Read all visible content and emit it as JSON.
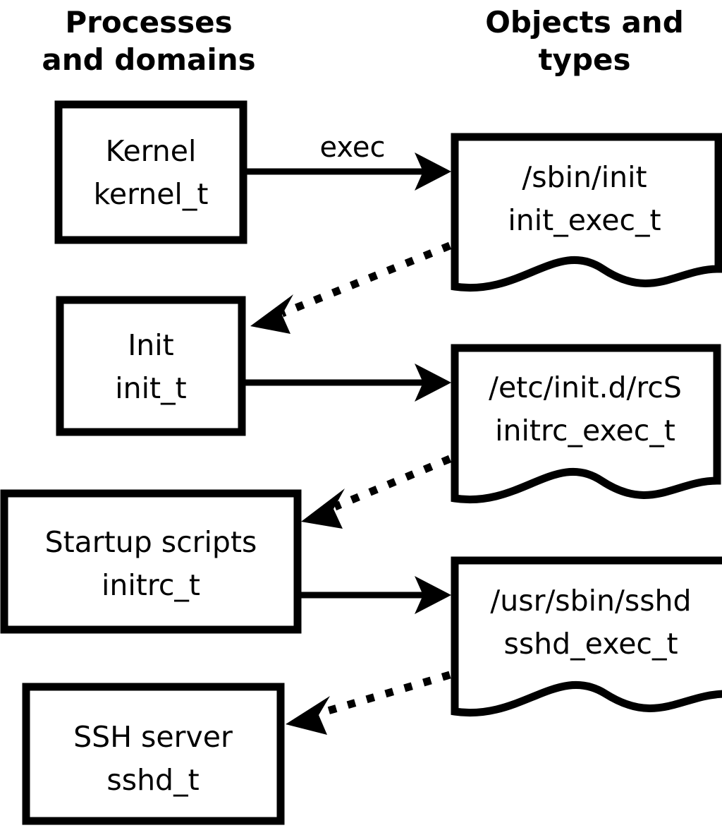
{
  "diagram": {
    "title_left": "Processes\nand domains",
    "columns": [
      {
        "id": "processes",
        "line1": "Processes",
        "line2": "and domains"
      },
      {
        "id": "objects",
        "line1": "Objects and",
        "line2": "types"
      }
    ],
    "process_nodes": [
      {
        "id": "kernel",
        "line1": "Kernel",
        "line2": "kernel_t"
      },
      {
        "id": "init",
        "line1": "Init",
        "line2": "init_t"
      },
      {
        "id": "startup-scripts",
        "line1": "Startup scripts",
        "line2": "initrc_t"
      },
      {
        "id": "ssh-server",
        "line1": "SSH server",
        "line2": "sshd_t"
      }
    ],
    "object_nodes": [
      {
        "id": "sbin-init",
        "line1": "/sbin/init",
        "line2": "init_exec_t"
      },
      {
        "id": "etc-initd-rcs",
        "line1": "/etc/init.d/rcS",
        "line2": "initrc_exec_t"
      },
      {
        "id": "usr-sbin-sshd",
        "line1": "/usr/sbin/sshd",
        "line2": "sshd_exec_t"
      }
    ],
    "edges": [
      {
        "id": "kernel-exec-sbin-init",
        "label": "exec",
        "style": "solid",
        "from": "kernel",
        "to": "sbin-init"
      },
      {
        "id": "sbin-init-transition-init",
        "label": "",
        "style": "dotted",
        "from": "sbin-init",
        "to": "init"
      },
      {
        "id": "init-exec-rcs",
        "label": "",
        "style": "solid",
        "from": "init",
        "to": "etc-initd-rcs"
      },
      {
        "id": "rcs-transition-initrc",
        "label": "",
        "style": "dotted",
        "from": "etc-initd-rcs",
        "to": "startup-scripts"
      },
      {
        "id": "initrc-exec-sshd",
        "label": "",
        "style": "solid",
        "from": "startup-scripts",
        "to": "usr-sbin-sshd"
      },
      {
        "id": "sshd-transition-sshd-t",
        "label": "",
        "style": "dotted",
        "from": "usr-sbin-sshd",
        "to": "ssh-server"
      }
    ],
    "colors": {
      "background": "#ffffff",
      "stroke": "#000000",
      "text": "#000000"
    }
  }
}
